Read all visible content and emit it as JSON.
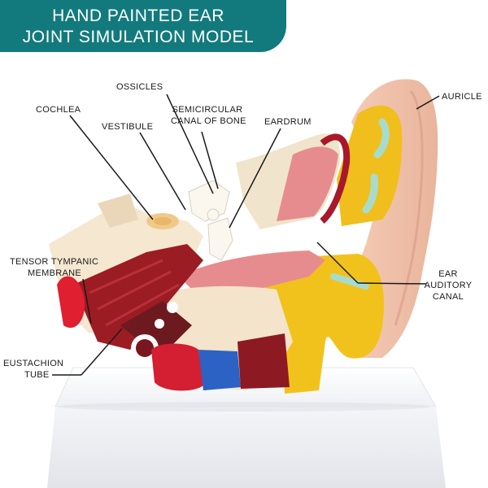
{
  "banner": {
    "line1": "HAND PAINTED EAR",
    "line2": "JOINT SIMULATION MODEL"
  },
  "labels": {
    "ossicles": "OSSICLES",
    "cochlea": "COCHLEA",
    "vestibule": "VESTIBULE",
    "semicircular_1": "SEMICIRCULAR",
    "semicircular_2": "CANAL OF BONE",
    "eardrum": "EARDRUM",
    "auricle": "AURICLE",
    "tensor_1": "TENSOR TYMPANIC",
    "tensor_2": "MEMBRANE",
    "ear_canal_1": "EAR",
    "ear_canal_2": "AUDITORY",
    "ear_canal_3": "CANAL",
    "eustachion_1": "EUSTACHION",
    "eustachion_2": "TUBE"
  },
  "colors": {
    "banner": "#127a7d",
    "auricle_skin": "#f2c4ae",
    "bone": "#f4e6cf",
    "muscle": "#9c1c24",
    "yellow": "#f2c21c",
    "teal": "#a7dccd",
    "stand": "#ffffff"
  }
}
